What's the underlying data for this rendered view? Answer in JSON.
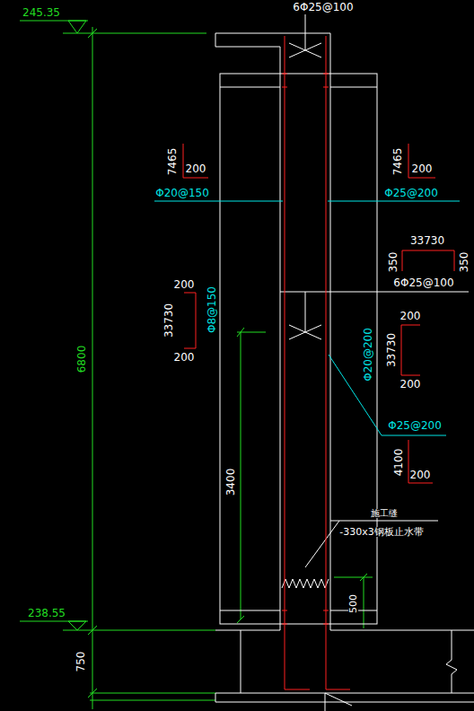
{
  "diagram": {
    "labels": [
      "6Φ25@100",
      "245.35",
      "7465",
      "200",
      "7465",
      "200",
      "Φ20@150",
      "Φ25@200",
      "33730",
      "350",
      "350",
      "6Φ25@100",
      "200",
      "33730",
      "200",
      "Φ8@150",
      "200",
      "33730",
      "200",
      "Φ20@200",
      "Φ25@200",
      "4100",
      "200",
      "6800",
      "3400",
      "施工缝",
      "-330x3钢板止水带",
      "500",
      "238.55",
      "750"
    ]
  }
}
